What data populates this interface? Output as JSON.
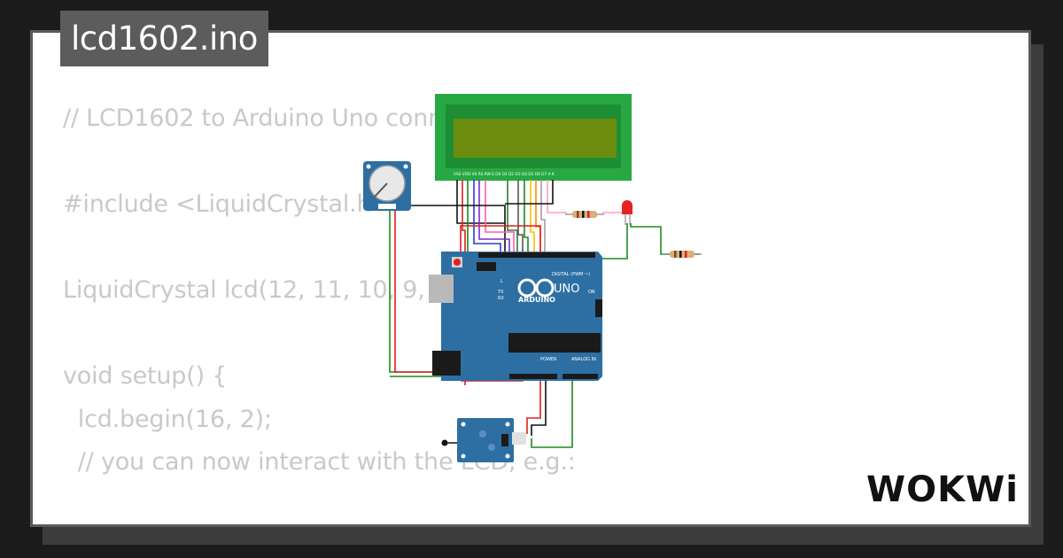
{
  "project": {
    "filename": "lcd1602.ino"
  },
  "code_lines": [
    "// LCD1602 to Arduino Uno connection example",
    "",
    "#include <LiquidCrystal.h>",
    "",
    "LiquidCrystal lcd(12, 11, 10, 9, 8, 7);",
    "",
    "void setup() {",
    "  lcd.begin(16, 2);",
    "  // you can now interact with the LCD, e.g.:"
  ],
  "board": {
    "brand": "ARDUINO",
    "model": "UNO",
    "header_digital": "DIGITAL (PWM ~)",
    "header_power": "POWER",
    "header_analog": "ANALOG IN",
    "label_tx": "TX",
    "label_rx": "RX",
    "label_on": "ON",
    "label_l": "L"
  },
  "lcd": {
    "pin_labels": "VSS VDD V0 RS RW E D0 D1 D2 D3 D4 D5 D6 D7 A K"
  },
  "colors": {
    "board": "#2d6fa3",
    "lcd_frame": "#27a843",
    "lcd_screen": "#6c8c10",
    "wire_red": "#e02020",
    "wire_green": "#1c8a1c",
    "wire_black": "#111111",
    "led": "#e52222"
  },
  "logo": {
    "text": "WOKWi"
  }
}
